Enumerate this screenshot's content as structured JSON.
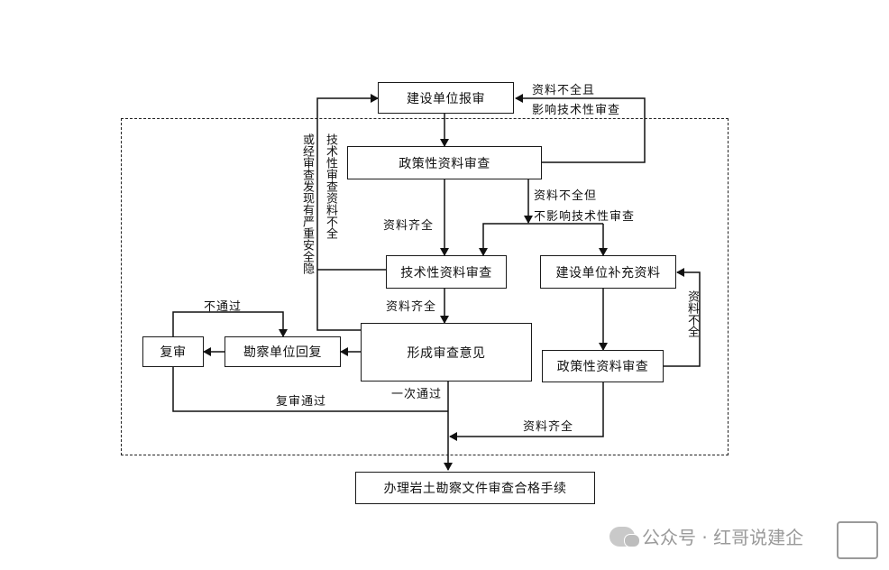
{
  "nodes": {
    "construction_submit": "建设单位报审",
    "policy_review": "政策性资料审查",
    "tech_review": "技术性资料审查",
    "supplement": "建设单位补充资料",
    "opinion": "形成审查意见",
    "survey_reply": "勘察单位回复",
    "re_review": "复审",
    "policy_review_2": "政策性资料审查",
    "final": "办理岩土勘察文件审查合格手续"
  },
  "edge_labels": {
    "incomplete_affects_1": "资料不全且",
    "incomplete_affects_2": "影响技术性审查",
    "incomplete_not_affect_1": "资料不全但",
    "incomplete_not_affect_2": "不影响技术性审查",
    "complete_1": "资料齐全",
    "complete_2": "资料齐全",
    "complete_3": "资料齐全",
    "tech_incomplete": "技术性审查资料不全",
    "safety_hazard": "或经审查发现有严重安全隐",
    "not_passed": "不通过",
    "re_review_passed": "复审通过",
    "pass_first": "一次通过",
    "supplement_incomplete": "资料不全"
  },
  "watermark": {
    "text": "公众号 · 红哥说建企"
  }
}
